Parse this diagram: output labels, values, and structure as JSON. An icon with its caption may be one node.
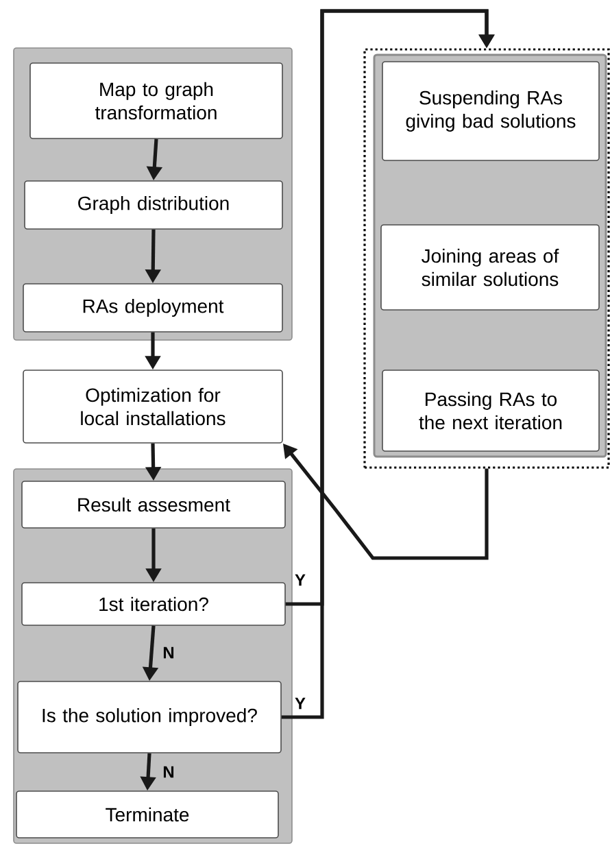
{
  "diagram": {
    "nodes": [
      {
        "text": [],
        "shape": "box"
      },
      {
        "text": [
          "Map to graph transformation"
        ],
        "in": 0
      },
      {
        "text": [
          "Graph distribution"
        ],
        "in": 0
      },
      {
        "text": [
          "RAs deployment"
        ],
        "in": 0
      },
      {
        "text": [
          "Optimization for local installations"
        ]
      },
      {
        "text": [],
        "shape": "box"
      },
      {
        "text": [
          "Result assesment"
        ],
        "in": 5
      },
      {
        "text": [
          "1st iteration?"
        ],
        "in": 5
      },
      {
        "text": [
          "Is the solution improved?"
        ],
        "in": 5
      },
      {
        "text": [
          "Terminate"
        ],
        "in": 5
      },
      {
        "text": [],
        "shape": "box"
      },
      {
        "text": [
          "Suspending RAs giving bad solutions"
        ],
        "in": 10
      },
      {
        "text": [
          "Joining areas of similar solutions"
        ],
        "in": 10
      },
      {
        "text": [
          "Passing RAs to the next iteration"
        ],
        "in": 10
      }
    ],
    "edges": [
      {
        "from": 1,
        "to": 2,
        "arrow": "to"
      },
      {
        "from": 2,
        "to": 3,
        "arrow": "to"
      },
      {
        "from": 3,
        "to": 4,
        "arrow": "to"
      },
      {
        "from": 4,
        "to": 6,
        "arrow": "to"
      },
      {
        "from": 6,
        "to": 7,
        "arrow": "to"
      },
      {
        "from": 7,
        "to": 8,
        "arrow": "to",
        "label": "N"
      },
      {
        "from": 8,
        "to": 9,
        "arrow": "to",
        "label": "N"
      },
      {
        "from": 7,
        "to": 10,
        "arrow": "to",
        "label": "Y"
      },
      {
        "from": 8,
        "to": 10,
        "arrow": "to",
        "label": "Y"
      },
      {
        "from": 10,
        "to": 4,
        "arrow": "to"
      }
    ]
  }
}
